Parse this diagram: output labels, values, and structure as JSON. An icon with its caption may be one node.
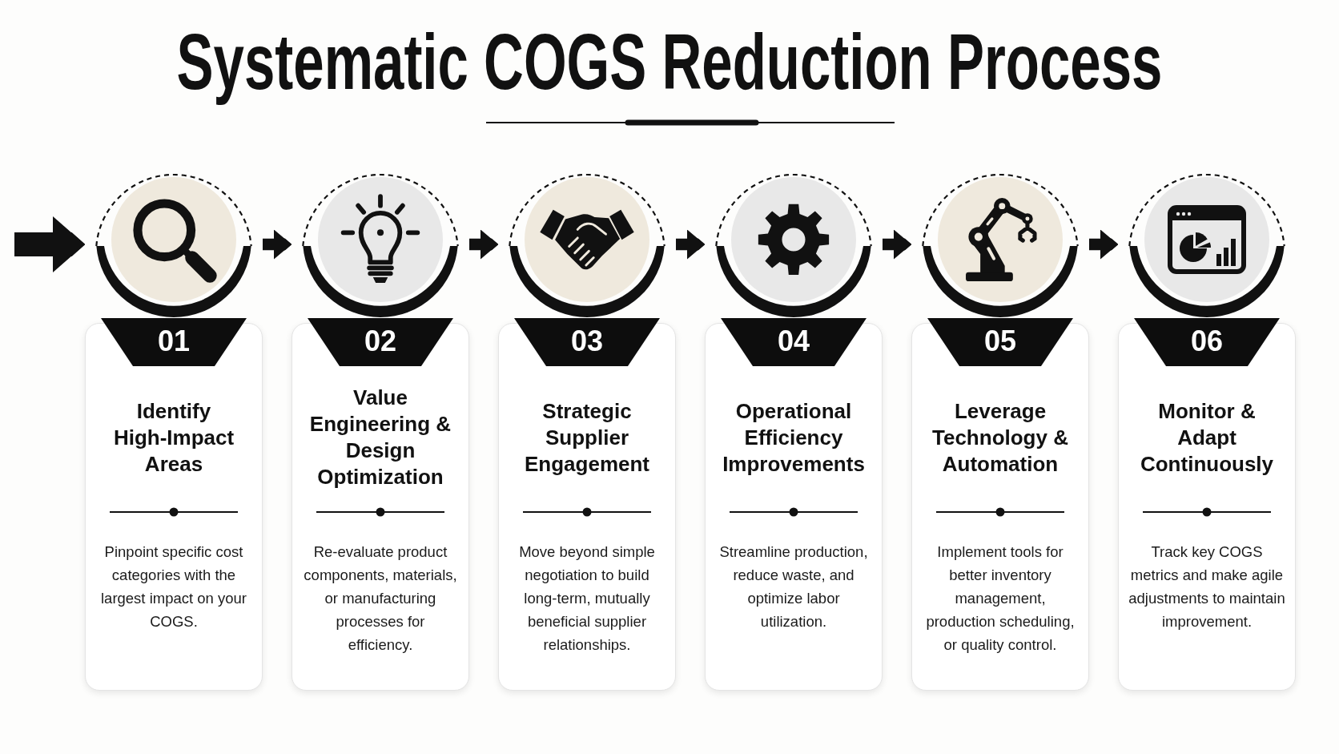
{
  "diagram": {
    "title": "Systematic COGS Reduction Process",
    "nodes": [
      {
        "text": [
          "01",
          "Identify High-Impact Areas",
          "Pinpoint specific cost categories with the largest impact on your COGS."
        ]
      },
      {
        "text": [
          "02",
          "Value Engineering & Design Optimization",
          "Re-evaluate product components, materials, or manufacturing processes for efficiency."
        ]
      },
      {
        "text": [
          "03",
          "Strategic Supplier Engagement",
          "Move beyond simple negotiation to build long-term, mutually beneficial supplier relationships."
        ]
      },
      {
        "text": [
          "04",
          "Operational Efficiency Improvements",
          "Streamline production, reduce waste, and optimize labor utilization."
        ]
      },
      {
        "text": [
          "05",
          "Leverage Technology & Automation",
          "Implement tools for better inventory management, production scheduling, or quality control."
        ]
      },
      {
        "text": [
          "06",
          "Monitor & Adapt Continuously",
          "Track key COGS metrics and make agile adjustments to maintain improvement."
        ]
      }
    ],
    "edges": [
      {
        "from": null,
        "to": 0,
        "arrow": "to",
        "style": "thick"
      },
      {
        "from": 0,
        "to": 1,
        "arrow": "to"
      },
      {
        "from": 1,
        "to": 2,
        "arrow": "to"
      },
      {
        "from": 2,
        "to": 3,
        "arrow": "to"
      },
      {
        "from": 3,
        "to": 4,
        "arrow": "to"
      },
      {
        "from": 4,
        "to": 5,
        "arrow": "to"
      }
    ]
  }
}
